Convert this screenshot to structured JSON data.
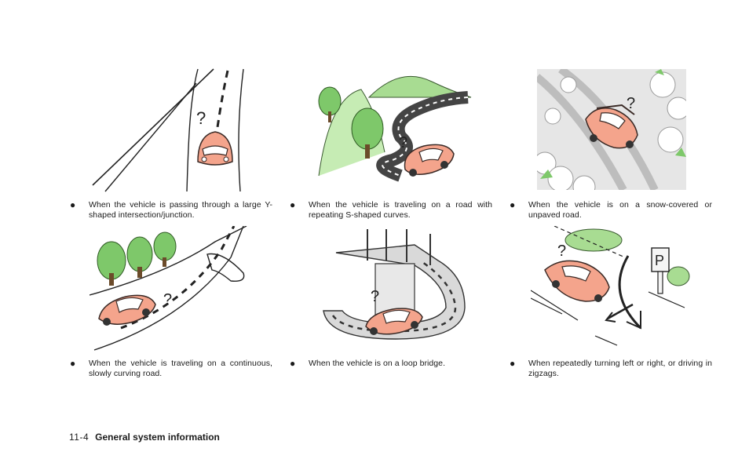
{
  "items": [
    {
      "bullet": "●",
      "caption": "When the vehicle is passing through a large Y-shaped intersection/junction."
    },
    {
      "bullet": "●",
      "caption": "When the vehicle is traveling on a road with repeating S-shaped curves."
    },
    {
      "bullet": "●",
      "caption": "When the vehicle is on a snow-covered or unpaved road."
    },
    {
      "bullet": "●",
      "caption": "When the vehicle is traveling on a continuous, slowly curving road."
    },
    {
      "bullet": "●",
      "caption": "When the vehicle is on a loop bridge."
    },
    {
      "bullet": "●",
      "caption": "When repeatedly turning left or right, or driving in zigzags."
    }
  ],
  "illustrations": {
    "question_mark": "?",
    "parking_sign": "P"
  },
  "footer": {
    "page_number": "11-4",
    "section_title": "General system information"
  },
  "colors": {
    "car_body": "#f4a48c",
    "car_outline": "#3a2a26",
    "tree_green": "#7ec86a",
    "hill_green": "#a8dc92",
    "road_gray": "#cfcfcf",
    "snow_gray": "#d8d8d8"
  }
}
